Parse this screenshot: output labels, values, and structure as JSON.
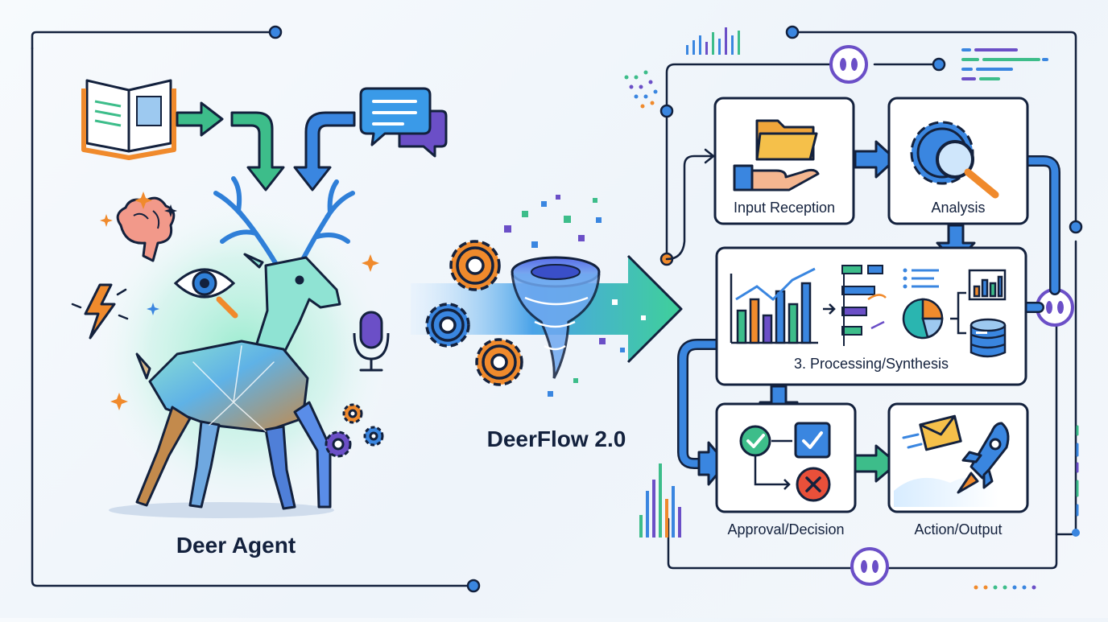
{
  "left": {
    "title": "Deer Agent"
  },
  "center": {
    "title": "DeerFlow 2.0"
  },
  "flow": {
    "steps": [
      {
        "label": "Input Reception"
      },
      {
        "label": "Analysis"
      },
      {
        "label": "3. Processing/Synthesis"
      },
      {
        "label": "Approval/Decision"
      },
      {
        "label": "Action/Output"
      }
    ]
  },
  "colors": {
    "navy": "#13213d",
    "blue": "#2f7fd8",
    "green": "#3dbd8a",
    "purple": "#6b4fc7",
    "orange": "#f08a2c",
    "teal": "#2ab5b0",
    "red": "#e8503a"
  }
}
